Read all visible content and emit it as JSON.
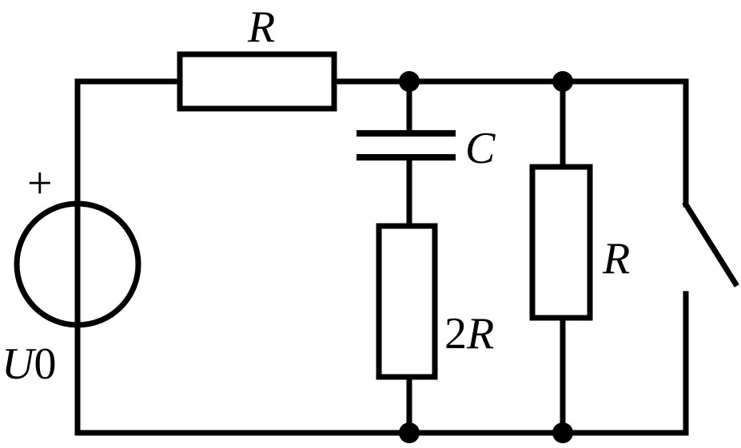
{
  "labels": {
    "r_top": "R",
    "capacitor": "C",
    "r_mid": "2R",
    "r_right": "R",
    "source_name": "U",
    "source_subscript": "0",
    "source_polarity": "+"
  }
}
